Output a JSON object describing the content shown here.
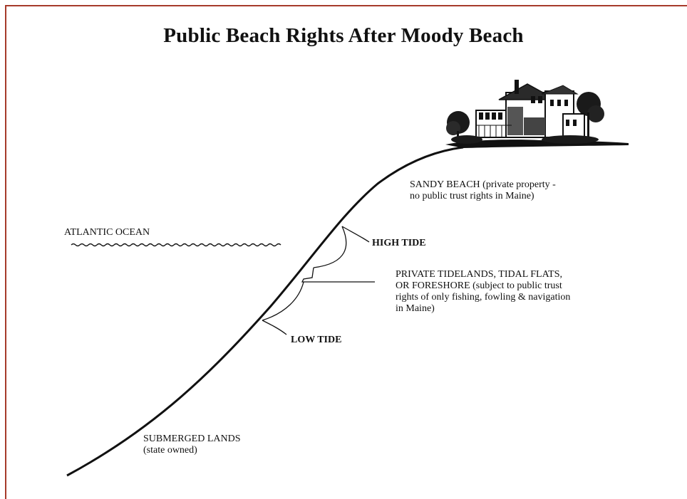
{
  "title": "Public Beach Rights After Moody Beach",
  "labels": {
    "sandy_beach": "SANDY BEACH (private property -\nno public trust rights in Maine)",
    "atlantic_ocean": "ATLANTIC OCEAN",
    "high_tide": "HIGH TIDE",
    "private_tidelands": "PRIVATE TIDELANDS, TIDAL FLATS,\nOR FORESHORE (subject to public trust\nrights of only fishing, fowling & navigation\nin Maine)",
    "low_tide": "LOW TIDE",
    "submerged_lands": "SUBMERGED LANDS\n(state owned)"
  },
  "colors": {
    "frame": "#a63a2a",
    "ink": "#111111",
    "background": "#ffffff"
  },
  "icons": {
    "house": "beach-house-illustration",
    "waves": "ocean-wave-line"
  }
}
